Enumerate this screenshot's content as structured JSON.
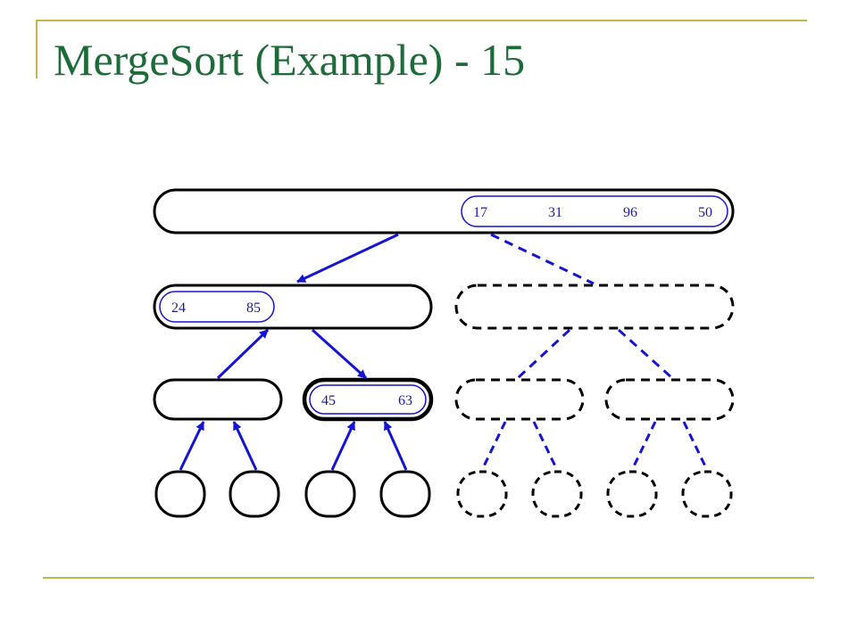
{
  "slide": {
    "title": "MergeSort (Example) - 15",
    "accent_color": "#c8b44a",
    "title_color": "#1e6b3a"
  },
  "diagram": {
    "ink_color": "#000000",
    "arrow_color": "#1414d2",
    "root_values": [
      "17",
      "31",
      "96",
      "50"
    ],
    "left_child_values": [
      "24",
      "85"
    ],
    "level2_second_values": [
      "45",
      "63"
    ]
  }
}
